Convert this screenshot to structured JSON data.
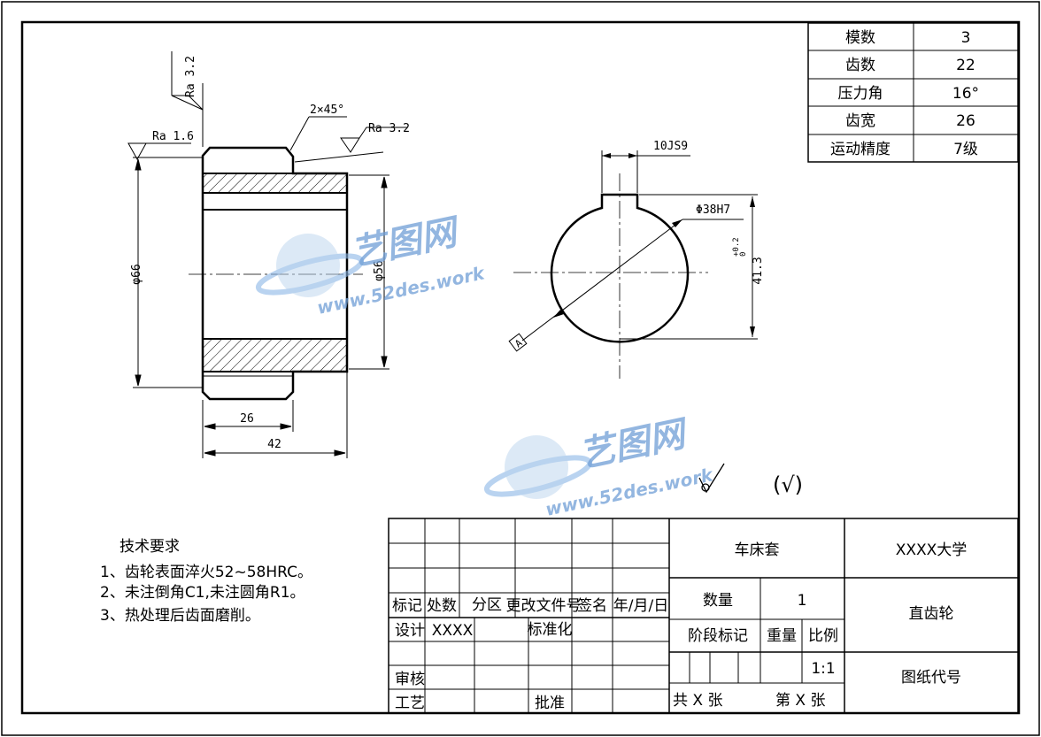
{
  "parameters": [
    {
      "label": "模数",
      "value": "3"
    },
    {
      "label": "齿数",
      "value": "22"
    },
    {
      "label": "压力角",
      "value": "16°"
    },
    {
      "label": "齿宽",
      "value": "26"
    },
    {
      "label": "运动精度",
      "value": "7级"
    }
  ],
  "dimensions": {
    "chamfer": "2×45°",
    "ra_top": "Ra 3.2",
    "ra_left": "Ra 1.6",
    "ra_right": "Ra 3.2",
    "dia_outer": "φ66",
    "dia_hub": "φ56",
    "width_gear": "26",
    "width_total": "42",
    "keyway_width": "10JS9",
    "bore": "Φ38H7",
    "keyway_depth": "41.3",
    "keyway_tol_upper": "+0.2",
    "keyway_tol_lower": "0",
    "datum": "A"
  },
  "surface_mark": "(√)",
  "tech_requirements": {
    "title": "技术要求",
    "items": [
      "1、齿轮表面淬火52~58HRC。",
      "2、未注倒角C1,未注圆角R1。",
      "3、热处理后齿面磨削。"
    ]
  },
  "title_block": {
    "project": "车床套",
    "school": "XXXX大学",
    "part_name": "直齿轮",
    "drawing_no": "图纸代号",
    "mark": "标记",
    "count": "处数",
    "zone": "分区",
    "change_doc": "更改文件号",
    "sign": "签名",
    "date": "年/月/日",
    "design": "设计",
    "designer": "XXXX",
    "standardize": "标准化",
    "review": "审核",
    "process": "工艺",
    "approve": "批准",
    "quantity_label": "数量",
    "quantity": "1",
    "stage": "阶段标记",
    "weight": "重量",
    "scale_label": "比例",
    "scale": "1:1",
    "sheets": "共  X  张",
    "sheet": "第  X  张"
  },
  "watermark": {
    "brand": "艺图网",
    "url": "www.52des.work"
  }
}
